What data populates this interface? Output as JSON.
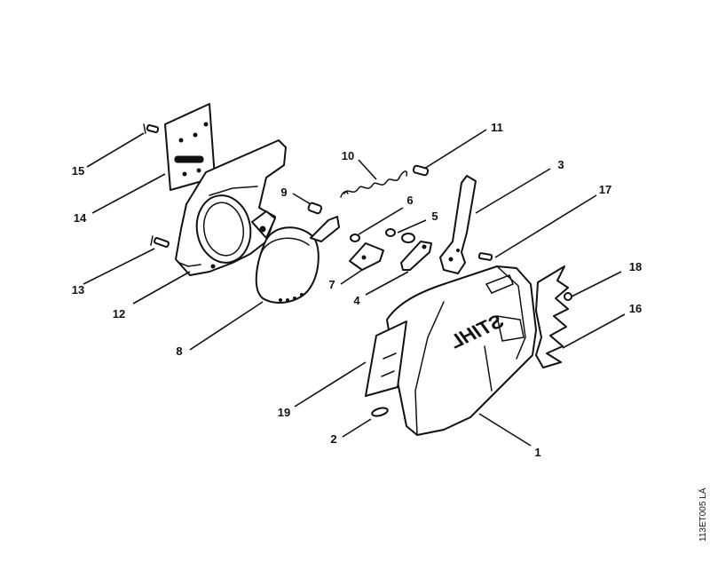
{
  "diagram": {
    "drawing_code": "113ET005 LÄ",
    "brand_mark": "STIHL",
    "labels": [
      {
        "id": "1",
        "text": "1"
      },
      {
        "id": "2",
        "text": "2"
      },
      {
        "id": "3",
        "text": "3"
      },
      {
        "id": "4",
        "text": "4"
      },
      {
        "id": "5",
        "text": "5"
      },
      {
        "id": "6",
        "text": "6"
      },
      {
        "id": "7",
        "text": "7"
      },
      {
        "id": "8",
        "text": "8"
      },
      {
        "id": "9",
        "text": "9"
      },
      {
        "id": "10",
        "text": "10"
      },
      {
        "id": "11",
        "text": "11"
      },
      {
        "id": "12",
        "text": "12"
      },
      {
        "id": "13",
        "text": "13"
      },
      {
        "id": "14",
        "text": "14"
      },
      {
        "id": "15",
        "text": "15"
      },
      {
        "id": "16",
        "text": "16"
      },
      {
        "id": "17",
        "text": "17"
      },
      {
        "id": "18",
        "text": "18"
      },
      {
        "id": "19",
        "text": "19"
      }
    ]
  }
}
